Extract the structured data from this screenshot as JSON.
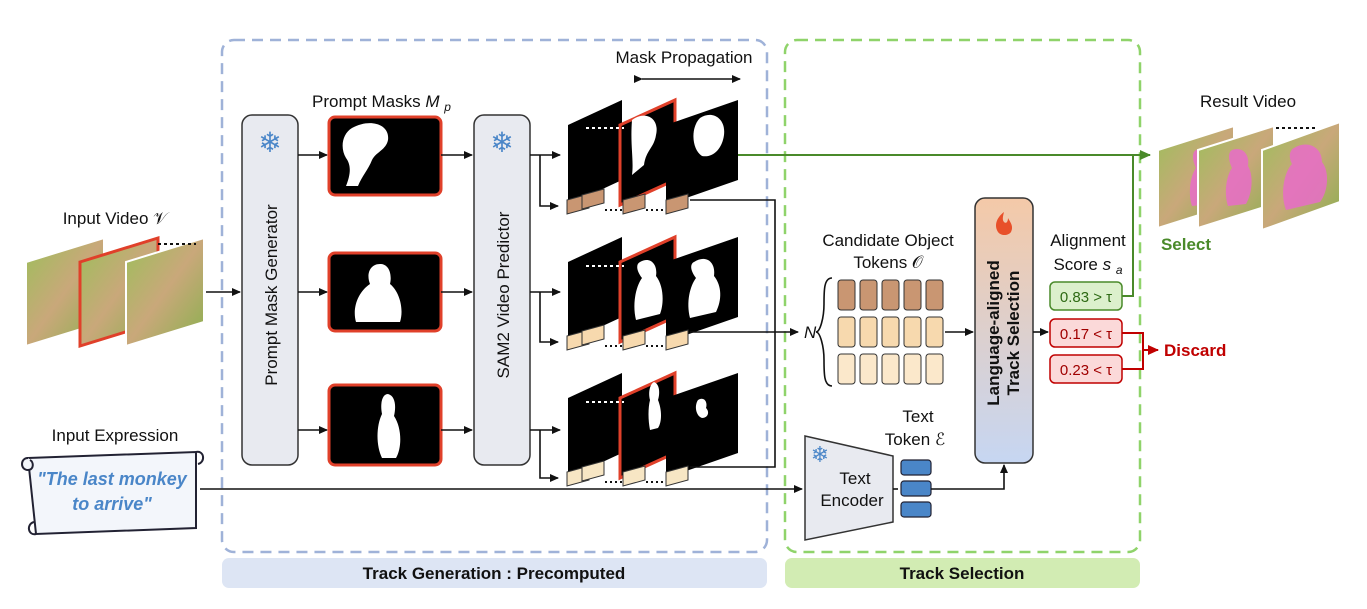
{
  "input_video_label": "Input Video 𝒱",
  "prompt_mask_generator": "Prompt Mask Generator",
  "prompt_masks_label": "Prompt Masks",
  "prompt_masks_symbol": "M",
  "prompt_masks_subscript": "p",
  "sam2_label": "SAM2 Video Predictor",
  "mask_propagation_label": "Mask Propagation",
  "result_video_label": "Result Video",
  "candidate_tokens_label_line1": "Candidate Object",
  "candidate_tokens_label_line2": "Tokens 𝒪",
  "n_label": "N",
  "track_selection_module_line1": "Language-aligned",
  "track_selection_module_line2": "Track Selection",
  "alignment_label_line1": "Alignment",
  "alignment_label_line2": "Score",
  "alignment_symbol": "s",
  "alignment_subscript": "a",
  "select_label": "Select",
  "discard_label": "Discard",
  "scores": [
    {
      "text": "0.83 > τ",
      "status": "select"
    },
    {
      "text": "0.17 < τ",
      "status": "discard"
    },
    {
      "text": "0.23 < τ",
      "status": "discard"
    }
  ],
  "input_expression_label": "Input Expression",
  "expression_line1": "\"The last monkey",
  "expression_line2": "to arrive\"",
  "text_encoder_line1": "Text",
  "text_encoder_line2": "Encoder",
  "text_token_line1": "Text",
  "text_token_line2": "Token ℰ",
  "track_generation_banner": "Track Generation : Precomputed",
  "track_selection_banner": "Track Selection",
  "colors": {
    "generation_border": "#9fb2d8",
    "selection_border": "#8fd36a",
    "select_green": "#4a8a2a",
    "discard_red": "#c00000",
    "mask_red": "#e0402a",
    "token_brown": "#c99672",
    "token_peach": "#f7d9ae",
    "text_blue": "#4a86c8"
  }
}
